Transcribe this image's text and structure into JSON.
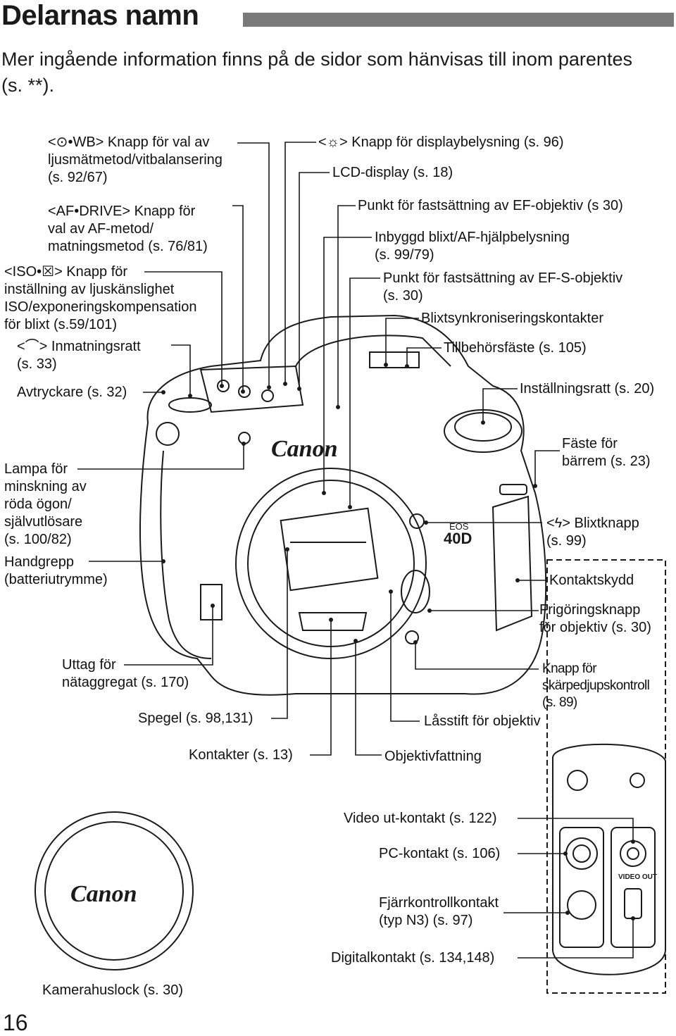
{
  "header": {
    "title": "Delarnas namn",
    "intro": "Mer ingående information finns på de sidor som hänvisas till inom parentes (s. **)."
  },
  "labels": {
    "metering_wb": "<⊙•WB> Knapp för val av\nljusmätmetod/vitbalansering\n(s. 92/67)",
    "af_drive": "<AF•DRIVE> Knapp för\nval av AF-metod/\nmatningsmetod (s. 76/81)",
    "iso": "<ISO•☒> Knapp för\ninställning av ljuskänslighet\nISO/exponeringskompensation\nför blixt (s.59/101)",
    "main_dial": "<⌒> Inmatningsratt\n(s. 33)",
    "shutter": "Avtryckare (s. 32)",
    "red_eye": "Lampa för\nminskning av\nröda ögon/\nsjälvutlösare\n(s. 100/82)",
    "grip": "Handgrepp\n(batteriutrymme)",
    "dc_socket": "Uttag för\nnätaggregat (s. 170)",
    "mirror": "Spegel (s. 98,131)",
    "contacts": "Kontakter (s. 13)",
    "lcd_light": "<☼> Knapp för displaybelysning (s. 96)",
    "lcd": "LCD-display (s. 18)",
    "ef_index": "Punkt för fastsättning av EF-objektiv (s 30)",
    "flash": "Inbyggd blixt/AF-hjälpbelysning\n(s. 99/79)",
    "efs_index": "Punkt för fastsättning av EF-S-objektiv\n(s. 30)",
    "sync": "Blixtsynkroniseringskontakter",
    "hotshoe": "Tillbehörsfäste (s. 105)",
    "mode_dial": "Inställningsratt (s. 20)",
    "strap": "Fäste för\nbärrem (s. 23)",
    "flash_button": "<ϟ> Blixtknapp\n(s. 99)",
    "terminal_cover": "Kontaktskydd",
    "lens_release": "Frigöringsknapp\nför objektiv (s. 30)",
    "dof_preview": "Knapp för\nskärpedjupskontroll\n(s. 89)",
    "lens_lock_pin": "Låsstift för objektiv",
    "lens_mount": "Objektivfattning",
    "video_out": "Video ut-kontakt (s. 122)",
    "pc_terminal": "PC-kontakt (s. 106)",
    "remote": "Fjärrkontrollkontakt\n(typ N3) (s. 97)",
    "digital": "Digitalkontakt (s. 134,148)",
    "body_cap": "Kamerahuslock (s. 30)"
  },
  "camera": {
    "brand": "Canon",
    "model_top": "EOS",
    "model": "40D",
    "port_video_label": "VIDEO OUT"
  },
  "footer": {
    "page_number": "16"
  }
}
